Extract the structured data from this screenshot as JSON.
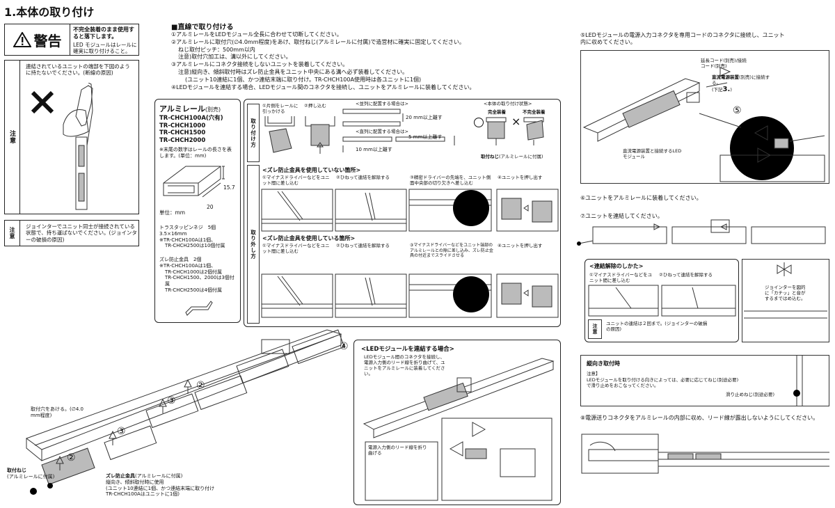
{
  "page_title": "1.本体の取り付け",
  "warning": {
    "label": "警告",
    "headline": "不完全装着のまま使用すると落下します。",
    "body": "LED モジュールはレールに確実に取り付けること。"
  },
  "caution1": {
    "label": "注意",
    "body": "連結されているユニットの端部を下図のように持たないでください。(断線の原因)"
  },
  "caution2": {
    "label": "注意",
    "body": "ジョインターでユニット同士が接続されている状態で、持ち運ばないでください。(ジョインターの破損の原因)"
  },
  "straight": {
    "title": "■直線で取り付ける",
    "steps": [
      "①アルミレールをLEDモジュール全長に合わせて切断してください。",
      "②アルミレールに取付穴(∅4.0mm程度)をあけ、取付ねじ(アルミレールに付属)で造営材に確実に固定してください。",
      "ねじ取付ピッチ：500mm以内",
      "注意)取付穴加工は、溝以外にしてください。",
      "③アルミレールにコネクタ接続をしないユニットを装着してください。",
      "注意)縦向き、傾斜取付時はズレ防止金具をユニット中央にある溝へ必ず装着してください。",
      "(ユニット10連結に1個、かつ連結末端に取り付け。TR-CHCH100A使用時は各ユニットに1個)",
      "④LEDモジュールを連結する場合、LEDモジュール間のコネクタを接続し、ユニットをアルミレールに装着してください。"
    ]
  },
  "rail": {
    "title": "アルミレール",
    "title_suffix": "(別売)",
    "models": [
      "TR-CHCH100A(穴有)",
      "TR-CHCH1000",
      "TR-CHCH1500",
      "TR-CHCH2000"
    ],
    "note": "※末尾の数字はレールの長さを表します。(単位：mm)",
    "dim_h": "15.7",
    "dim_w": "20",
    "unit": "単位：mm",
    "screw_title": "トラスタッピンネジ　5個",
    "screw_size": "3.5×16mm",
    "screw_notes": [
      "※TR-CHCH100Aは1個、",
      "TR-CHCH2500は10個付属"
    ],
    "bracket_title": "ズレ防止金具　2個",
    "bracket_notes": [
      "※TR-CHCH100Aは1個、",
      "TR-CHCH1000は2個付属",
      "TR-CHCH1500、2000は3個付属",
      "TR-CHCH2500は4個付属"
    ]
  },
  "install": {
    "label": "取り付け方",
    "step1": "①片側をレールに引っかける",
    "step2": "②押し込む",
    "parallel": "<並列に配置する場合は>",
    "gap1": "20 mm以上離す",
    "series": "<直列に配置する場合は>",
    "gap2": "5 mm以上離す",
    "gap3": "10 mm以上離す",
    "state_title": "<本体の取り付け状態>",
    "ok": "完全装着",
    "ng": "不完全装着",
    "screw_label": "取付ねじ",
    "screw_note": "(アルミレールに付属)"
  },
  "remove": {
    "label": "取り外し方",
    "no_bracket": "<ズレ防止金具を使用していない箇所>",
    "with_bracket": "<ズレ防止金具を使用している箇所>",
    "a1": "①マイナスドライバーなどをユニット間に差し込む",
    "a2": "②ひねって連結を解除する",
    "a3": "③精密ドライバーの先端を、ユニット側面中央部の切り欠きへ差し込む",
    "a4": "④ユニットを押し出す",
    "b1": "①マイナスドライバーなどをユニット間に差し込む",
    "b2": "②ひねって連結を解除する",
    "b3": "③マイナスドライバーなどをユニット端部のアルミレールとの隙に差し込み、ズレ防止金具の付近までスライドさせる",
    "b4": "④ユニットを押し出す"
  },
  "bottom": {
    "hole": "取付穴をあける。(∅4.0 mm程度)",
    "screw": "取付ねじ",
    "screw_note": "(アルミレールに付属)",
    "bracket_title": "ズレ防止金具",
    "bracket_suffix": "(アルミレールに付属)",
    "bracket_notes": [
      "縦向き、傾斜取付時に使用",
      "(ユニット10連結に1個、かつ連結末端に取り付け",
      "TR-CHCH100Aはユニットに1個)"
    ],
    "n2": "②",
    "n3": "③",
    "n4": "④"
  },
  "led_connect": {
    "title": "<LEDモジュールを連結する場合>",
    "body": "LEDモジュール間のコネクタを接続し、電源入力側のリード線を折り曲げて、ユニットをアルミレールに装着してください。",
    "callout": "電源入力側のリード線を折り曲げる"
  },
  "right": {
    "step5": "⑤LEDモジュールの電源入力コネクタを専用コードのコネクタに接続し、ユニット内に収めてください。",
    "ext_cord": "延長コード(別売)/接続コード(別売)",
    "psu_title": "直流電源装置",
    "psu_suffix": "(別売)に接続する。",
    "psu_ref": "(下記",
    "psu_ref_num": "3.",
    "psu_ref_end": ")",
    "led_label": "直流電源装置と接続するLEDモジュール",
    "n5": "⑤",
    "step6": "⑥ユニットをアルミレールに装着してください。",
    "step7": "⑦ユニットを連結してください。",
    "unlink_title": "<連結解除のしかた>",
    "unlink1": "①マイナスドライバーなどをユニット間に差し込む",
    "unlink2": "②ひねって連結を解除する",
    "unlink_caution": "ユニットの連結は２回まで。(ジョインターの破損の原因)",
    "caution_label": "注意",
    "joint_note": "ジョインターを図的に「カチッ」と音がするまではめ込む。",
    "vertical_title": "縦向き取付時",
    "vertical_note_label": "注意】",
    "vertical_note": "LEDモジュールを取り付ける向きによっては、必要に応じてねじ(別途必要)で滑り止めをおこなってください。",
    "slip_screw": "滑り止めねじ(別途必要)",
    "step8": "⑧電源送りコネクタをアルミレールの内部に収め、リード線が露出しないようにしてください。"
  }
}
